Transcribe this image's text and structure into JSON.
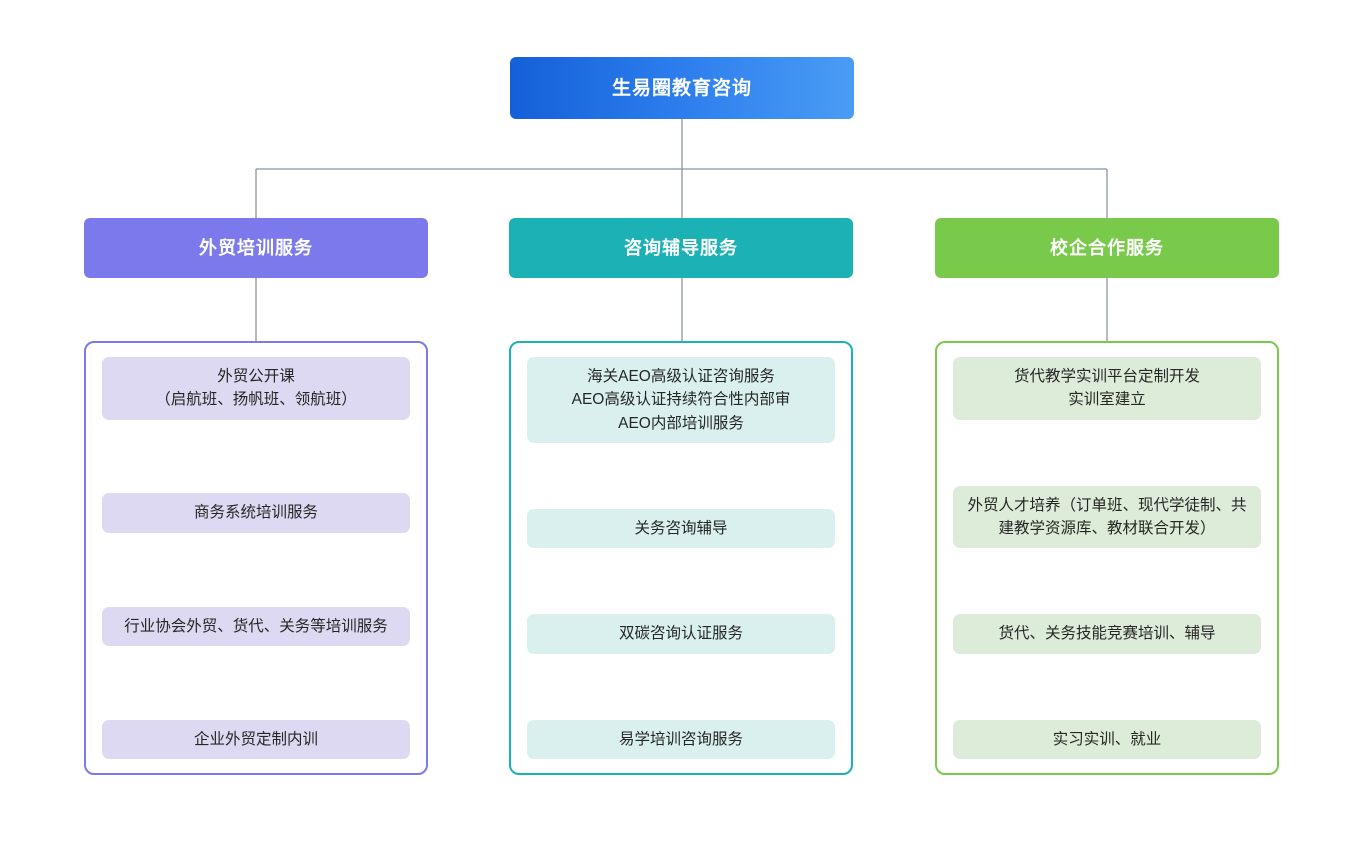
{
  "diagram": {
    "type": "org-chart",
    "orientation": "top-down",
    "root": {
      "label": "生易圈教育咨询",
      "color": "#1560d8",
      "color_end": "#4a9cf5",
      "text_color": "#ffffff"
    },
    "connector_color": "#8b95a1",
    "branches": [
      {
        "label": "外贸培训服务",
        "color": "#7b79ec",
        "item_bg": "#ddd9f2",
        "text_color": "#ffffff",
        "items": [
          {
            "label": "外贸公开课\n（启航班、扬帆班、领航班）"
          },
          {
            "label": "商务系统培训服务"
          },
          {
            "label": "行业协会外贸、货代、关务等培训服务"
          },
          {
            "label": "企业外贸定制内训"
          }
        ]
      },
      {
        "label": "咨询辅导服务",
        "color": "#1cb2b5",
        "item_bg": "#d9f0ef",
        "text_color": "#ffffff",
        "items": [
          {
            "label": "海关AEO高级认证咨询服务\nAEO高级认证持续符合性内部审\nAEO内部培训服务"
          },
          {
            "label": "关务咨询辅导"
          },
          {
            "label": "双碳咨询认证服务"
          },
          {
            "label": "易学培训咨询服务"
          }
        ]
      },
      {
        "label": "校企合作服务",
        "color": "#79ca4b",
        "item_bg": "#dcecd8",
        "text_color": "#ffffff",
        "items": [
          {
            "label": "货代教学实训平台定制开发\n实训室建立"
          },
          {
            "label": "外贸人才培养（订单班、现代学徒制、共建教学资源库、教材联合开发）"
          },
          {
            "label": "货代、关务技能竞赛培训、辅导"
          },
          {
            "label": "实习实训、就业"
          }
        ]
      }
    ]
  }
}
